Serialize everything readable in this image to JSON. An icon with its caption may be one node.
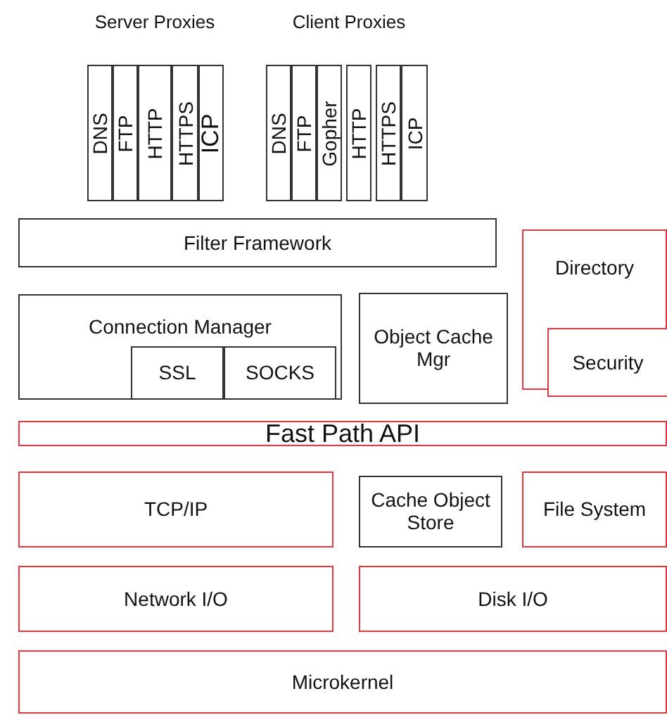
{
  "diagram": {
    "nodes": [
      {
        "text": [
          "DNS"
        ]
      },
      {
        "text": [
          "FTP"
        ]
      },
      {
        "text": [
          "HTTP"
        ]
      },
      {
        "text": [
          "HTTPS"
        ]
      },
      {
        "text": [
          "ICP"
        ]
      },
      {
        "text": [
          "DNS"
        ]
      },
      {
        "text": [
          "FTP"
        ]
      },
      {
        "text": [
          "Gopher"
        ]
      },
      {
        "text": [
          "HTTP"
        ]
      },
      {
        "text": [
          "HTTPS"
        ]
      },
      {
        "text": [
          "ICP"
        ]
      },
      {
        "text": [
          "Filter Framework"
        ]
      },
      {
        "text": [
          "Directory"
        ]
      },
      {
        "text": [
          "Security"
        ],
        "in": 12
      },
      {
        "text": [
          "Connection Manager"
        ]
      },
      {
        "text": [
          "SSL"
        ],
        "in": 14
      },
      {
        "text": [
          "SOCKS"
        ],
        "in": 14
      },
      {
        "text": [
          "Object Cache Mgr"
        ]
      },
      {
        "text": [
          "Fast Path API"
        ]
      },
      {
        "text": [
          "TCP/IP"
        ]
      },
      {
        "text": [
          "Cache Object Store"
        ]
      },
      {
        "text": [
          "File System"
        ]
      },
      {
        "text": [
          "Network I/O"
        ]
      },
      {
        "text": [
          "Disk I/O"
        ]
      },
      {
        "text": [
          "Microkernel"
        ]
      }
    ],
    "labels": [
      "Server Proxies",
      "Client Proxies"
    ]
  }
}
